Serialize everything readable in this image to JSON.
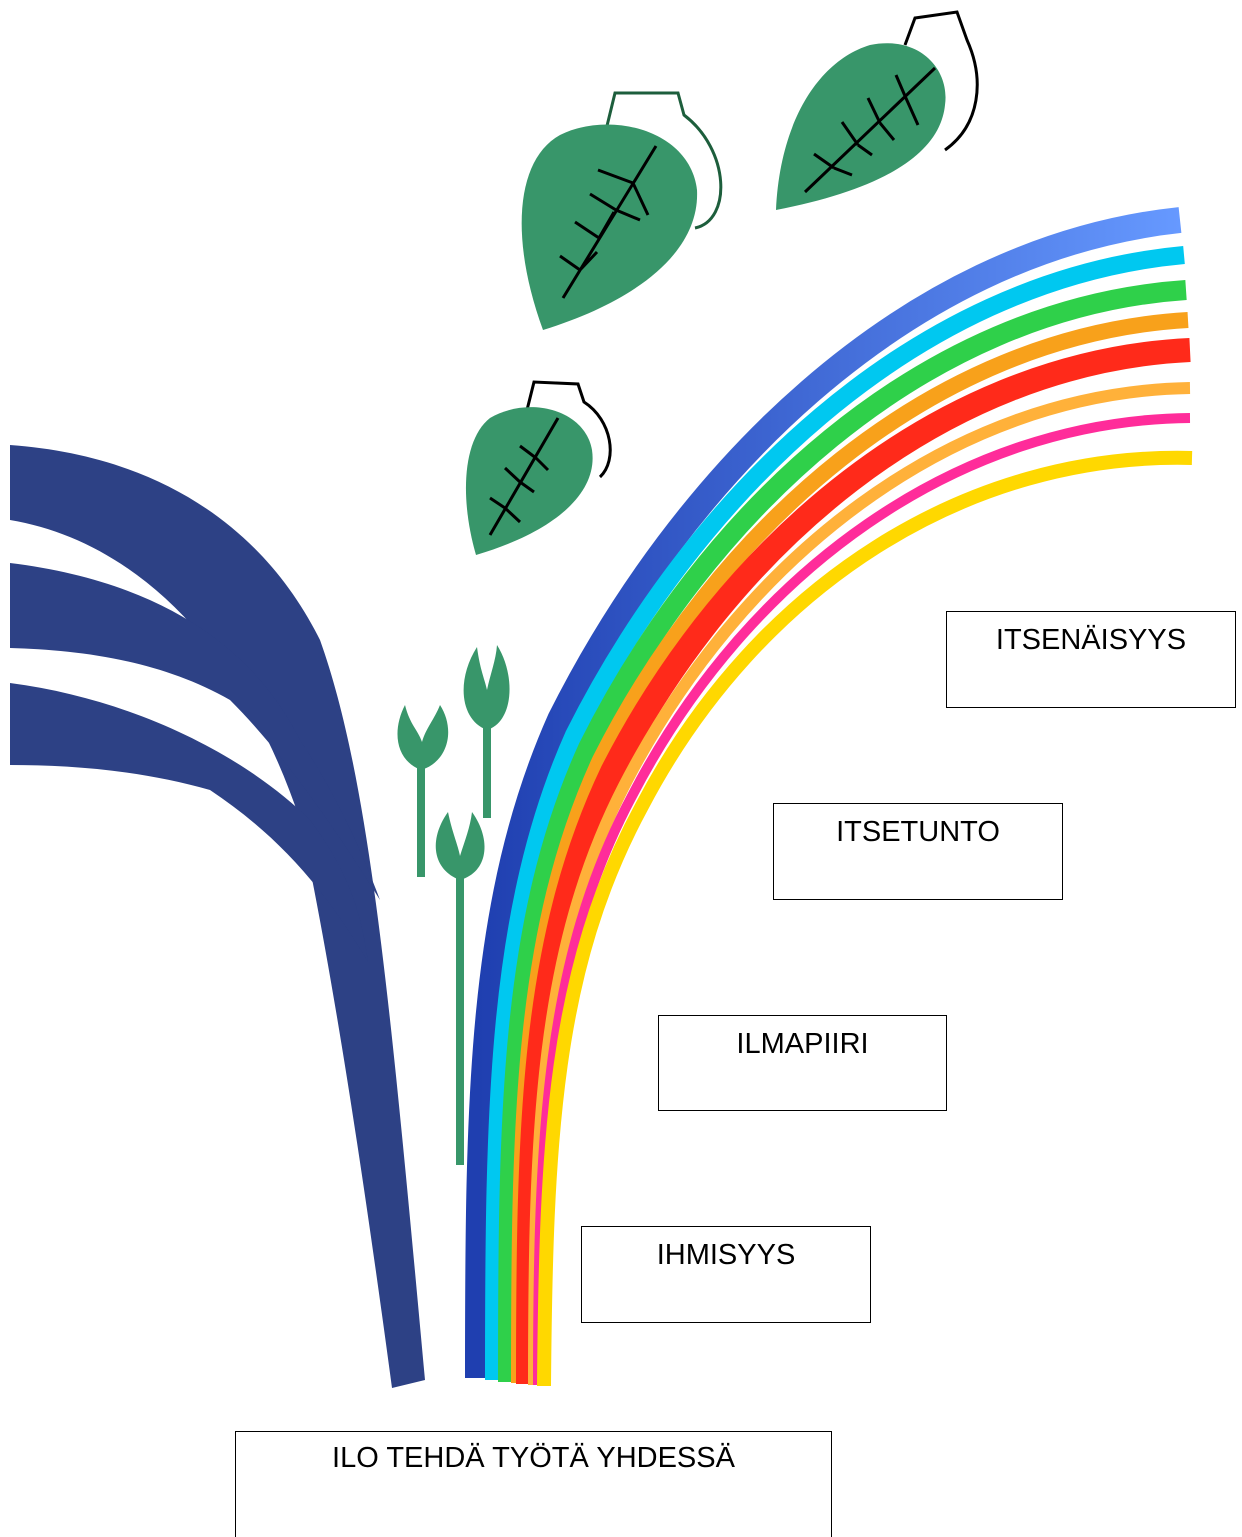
{
  "labels": {
    "itsenaisyys": "ITSENÄISYYS",
    "itsetunto": "ITSETUNTO",
    "ilmapiiri": "ILMAPIIRI",
    "ihmisyys": "IHMISYYS",
    "ilo": "ILO TEHDÄ TYÖTÄ YHDESSÄ"
  },
  "colors": {
    "navy_band": "#2d4185",
    "leaf_green": "#38966a",
    "rainbow": [
      "#0a2f9e",
      "#00c8f0",
      "#2fd04a",
      "#f8a11b",
      "#ff2a1a",
      "#ff2c9a",
      "#ffd800"
    ],
    "background": "#ffffff",
    "outline": "#000000"
  },
  "icons": [
    "leaf-icon",
    "bud-icon",
    "rainbow-arc",
    "navy-bands"
  ]
}
